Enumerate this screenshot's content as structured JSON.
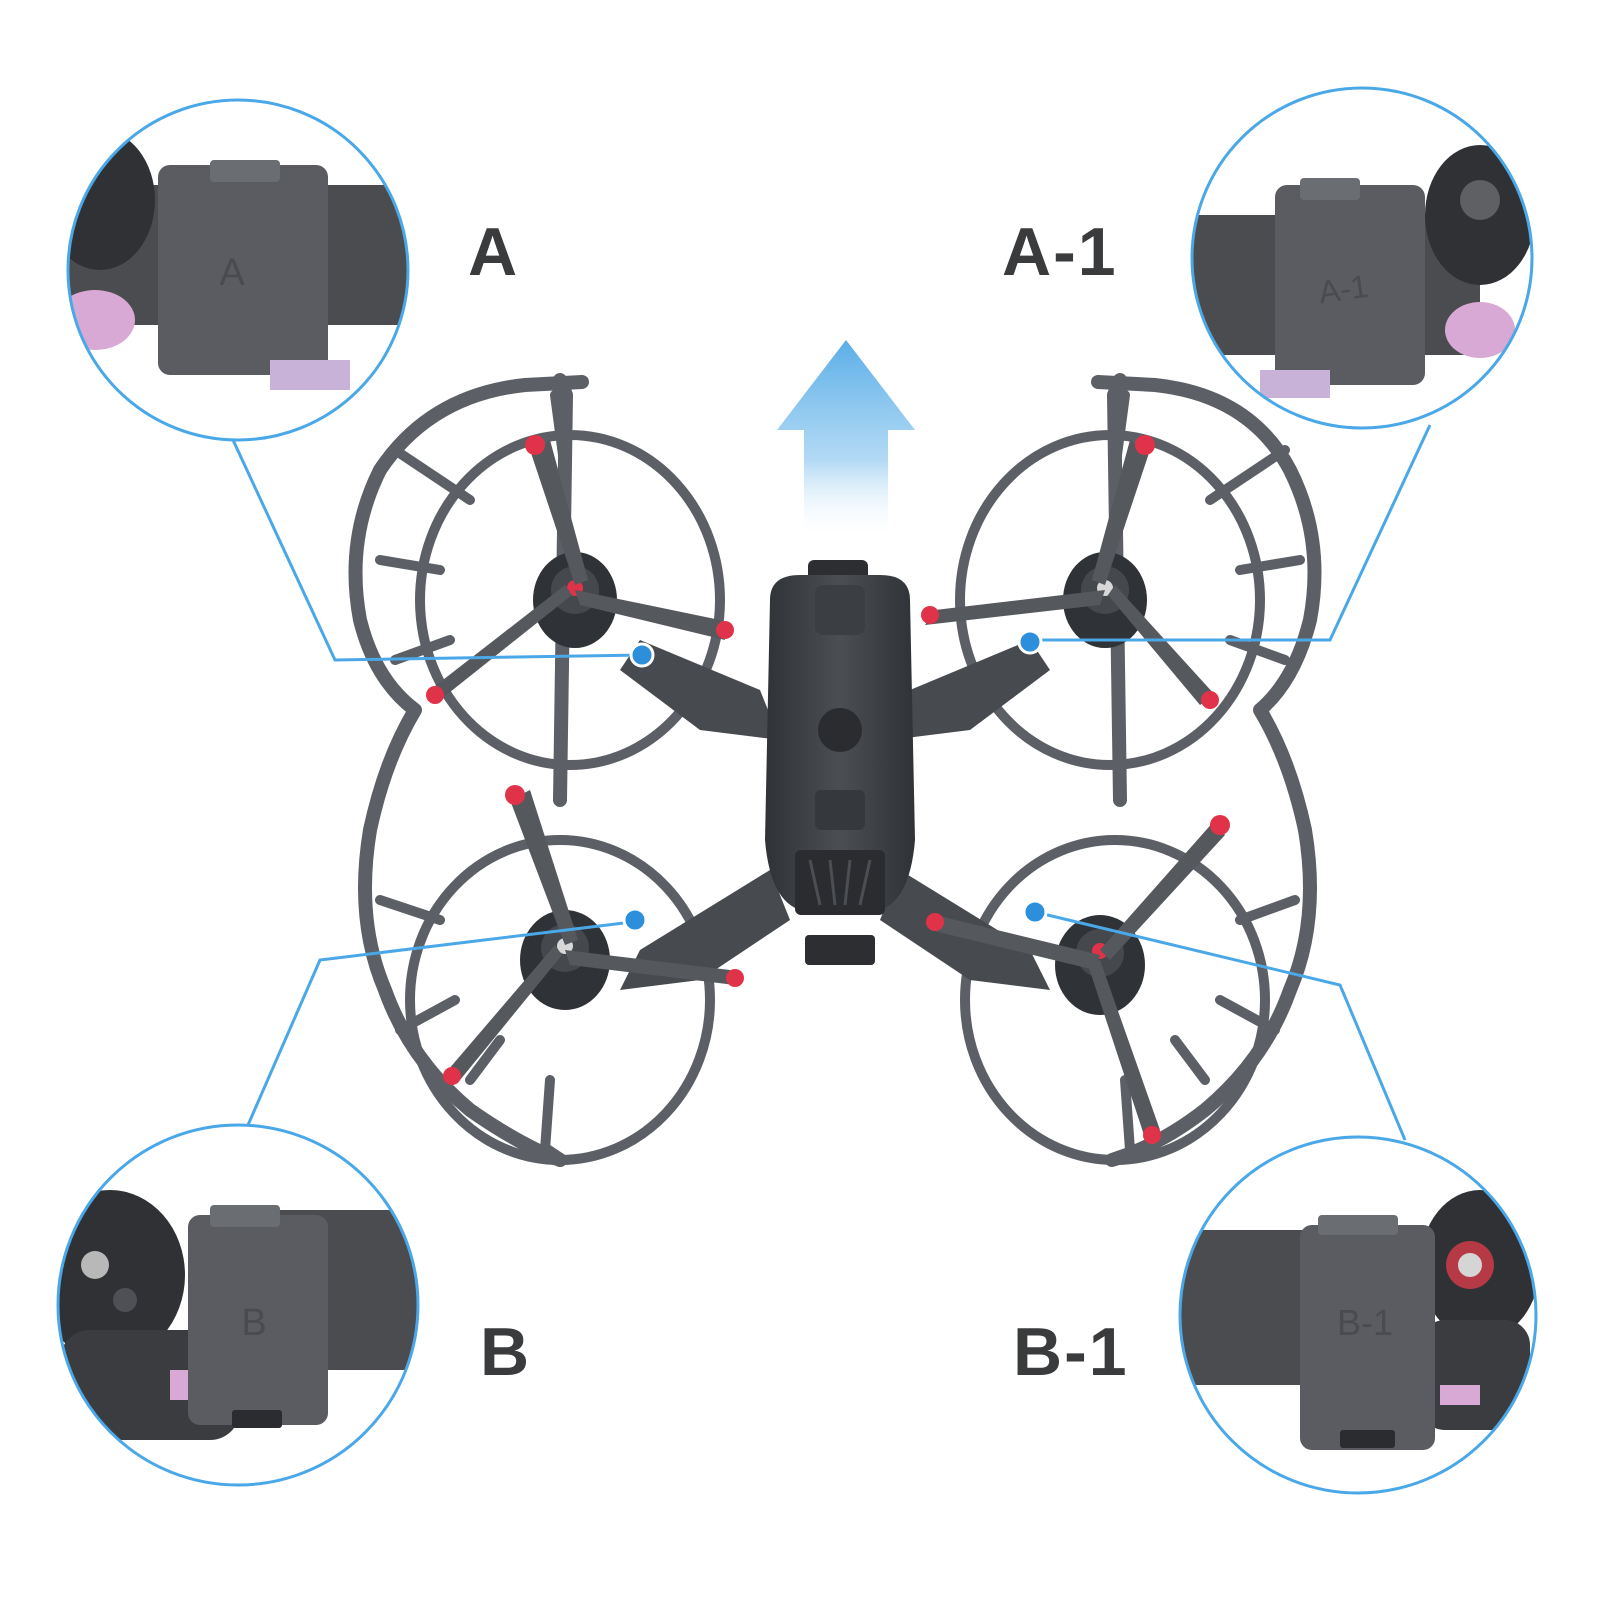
{
  "labels": {
    "a": "A",
    "a1": "A-1",
    "b": "B",
    "b1": "B-1"
  },
  "embossed": {
    "a": "A",
    "a1": "A-1",
    "b": "B",
    "b1": "B-1"
  },
  "colors": {
    "callout_line": "#4aa8e8",
    "callout_dot": "#2d8fdb",
    "frame": "#55595f",
    "drone_body": "#3f4246",
    "arm": "#4a4d52",
    "propeller": "#56595e",
    "prop_tip": "#e0334a",
    "arrow": "#5aaee8"
  },
  "icons": {
    "direction": "up-arrow-icon"
  }
}
